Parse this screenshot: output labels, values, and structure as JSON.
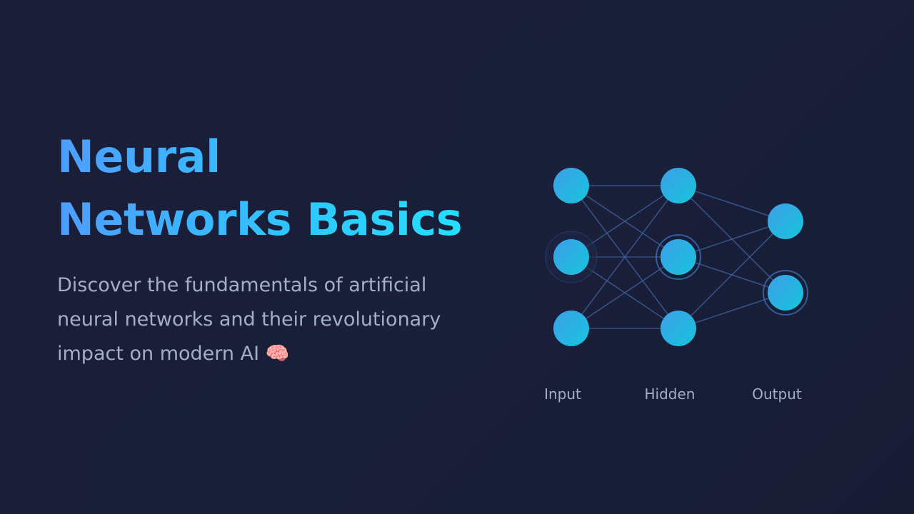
{
  "title_lines": [
    "Neural",
    "Networks Basics"
  ],
  "subtitle": "Discover the fundamentals of artificial neural networks and their revolutionary impact on modern AI",
  "subtitle_icon": "🧠",
  "network": {
    "layers": [
      {
        "label": "Input",
        "nodes": 3,
        "ring_nodes": [
          1
        ]
      },
      {
        "label": "Hidden",
        "nodes": 3,
        "ring_nodes": [
          1
        ]
      },
      {
        "label": "Output",
        "nodes": 2,
        "ring_nodes": [
          1
        ]
      }
    ]
  },
  "colors": {
    "node_start": "#3d9fe8",
    "node_end": "#16c4dc",
    "edge": "#3a5b94",
    "ring": "#3b6cb0"
  }
}
